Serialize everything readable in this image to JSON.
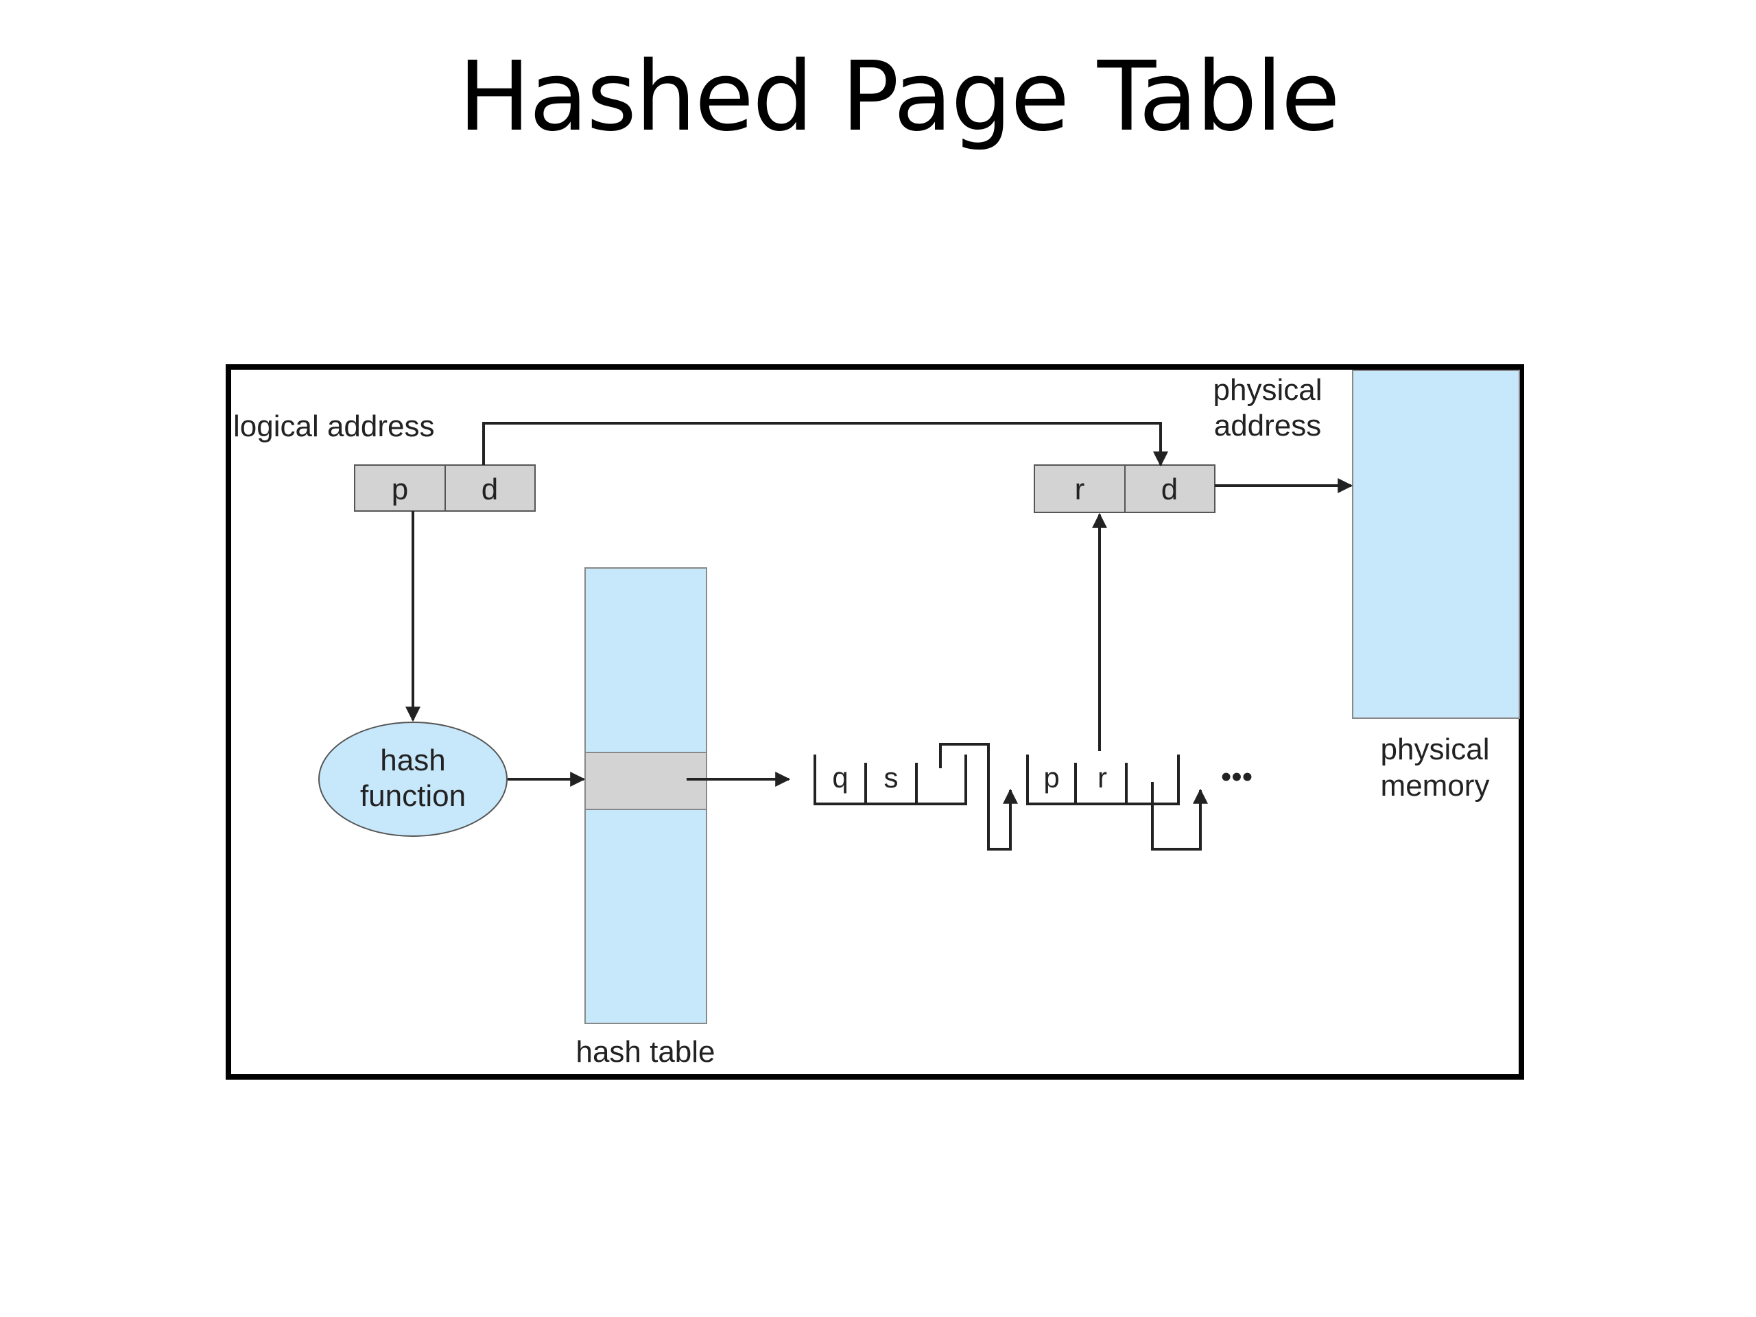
{
  "slide": {
    "title": "Hashed Page Table"
  },
  "diagram": {
    "labels": {
      "logical_address": "logical address",
      "physical_address_line1": "physical",
      "physical_address_line2": "address",
      "physical_memory_line1": "physical",
      "physical_memory_line2": "memory",
      "hash_function_line1": "hash",
      "hash_function_line2": "function",
      "hash_table": "hash table",
      "ellipsis": "•••"
    },
    "logical_address_fields": [
      "p",
      "d"
    ],
    "physical_address_fields": [
      "r",
      "d"
    ],
    "chain_entry_1": [
      "q",
      "s"
    ],
    "chain_entry_2": [
      "p",
      "r"
    ],
    "colors": {
      "memory_fill": "#c7e7fa",
      "register_fill": "#d3d3d3",
      "line": "#222222",
      "frame": "#000000"
    }
  }
}
